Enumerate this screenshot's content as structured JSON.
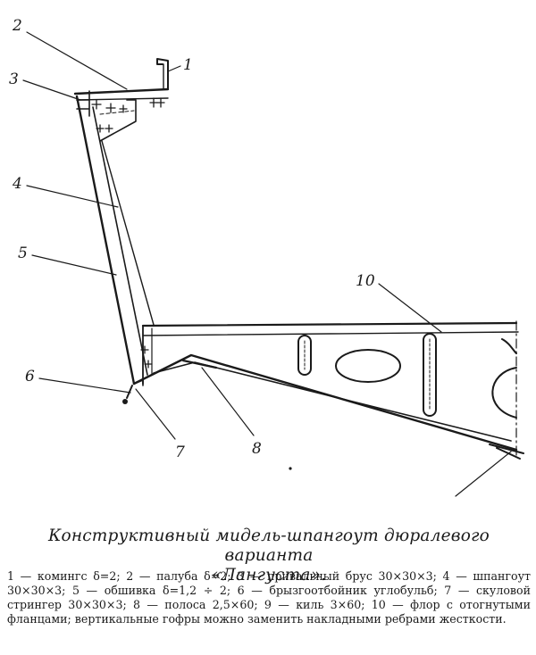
{
  "callouts": {
    "c1": "1",
    "c2": "2",
    "c3": "3",
    "c4": "4",
    "c5": "5",
    "c6": "6",
    "c7": "7",
    "c8": "8",
    "c10": "10"
  },
  "caption": {
    "title_line1": "Конструктивный мидель-шпангоут дюралевого варианта",
    "title_line2": "«Лангуста».",
    "legend": "1 — комингс δ=2; 2 — палуба δ=2; 3 — привальный брус 30×30×3; 4 — шпангоут 30×30×3; 5 — обшивка δ=1,2 ÷ 2; 6 — брызгоотбойник углобульб; 7 — скуловой стрингер 30×30×3; 8 — полоса 2,5×60; 9 — киль 3×60; 10 — флор с отогнутыми фланцами; вертикальные гофры можно заменить накладными ребрами жесткости."
  },
  "colors": {
    "ink": "#1a1a1a",
    "paper": "#ffffff"
  }
}
